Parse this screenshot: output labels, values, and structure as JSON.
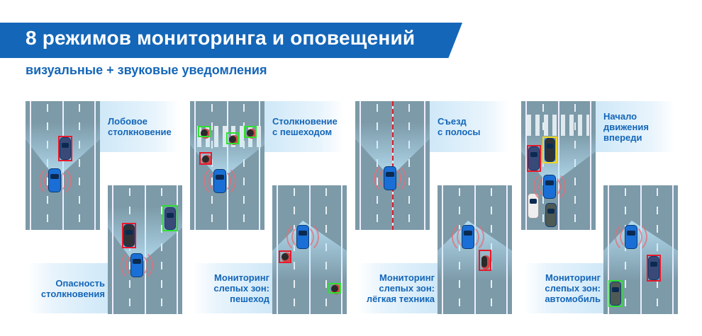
{
  "header": {
    "title": "8 режимов мониторинга и оповещений",
    "subtitle": "визуальные + звуковые уведомления"
  },
  "modes": [
    {
      "label": "Лобовое\nстолкновение"
    },
    {
      "label": "Опасность\nстолкновения"
    },
    {
      "label": "Столкновение\nс пешеходом"
    },
    {
      "label": "Мониторинг\nслепых зон:\nпешеход"
    },
    {
      "label": "Съезд\nс полосы"
    },
    {
      "label": "Мониторинг\nслепых зон:\nлёгкая техника"
    },
    {
      "label": "Начало\nдвижения\nвпереди"
    },
    {
      "label": "Мониторинг\nслепых зон:\nавтомобиль"
    }
  ],
  "colors": {
    "brand": "#1466b8",
    "alert": "#e8192c",
    "safe": "#2ee02e",
    "caution": "#f2d81c"
  }
}
